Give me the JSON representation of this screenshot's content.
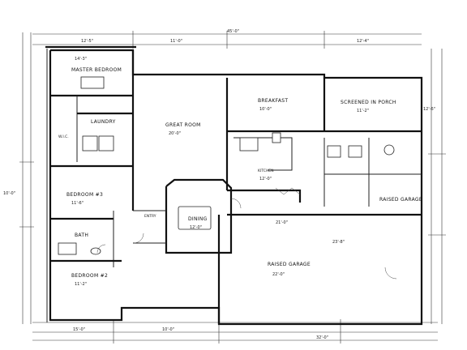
{
  "plan": {
    "rooms": {
      "master_bedroom": "MASTER BEDROOM",
      "laundry": "LAUNDRY",
      "wic": "W.I.C.",
      "bedroom3": "BEDROOM #3",
      "bath": "BATH",
      "bedroom2": "BEDROOM #2",
      "great_room": "GREAT ROOM",
      "breakfast": "BREAKFAST",
      "screened_porch": "SCREENED IN PORCH",
      "kitchen": "KITCHEN",
      "entry": "ENTRY",
      "dining": "DINING",
      "raised_garage": "RAISED GARAGE",
      "garage": "RAISED GARAGE"
    },
    "dimensions": {
      "top_overall": "45'-0\"",
      "top_left": "12'-5\"",
      "top_mid": "11'-0\"",
      "top_right": "12'-4\"",
      "master_width": "14'-3\"",
      "great_room_size": "20'-0\"",
      "breakfast_size": "10'-0\"",
      "porch_size": "11'-2\"",
      "kitchen_size": "12'-0\"",
      "bedroom3_size": "11'-6\"",
      "bedroom2_size": "11'-2\"",
      "dining_size": "12'-0\"",
      "garage_width": "21'-0\"",
      "garage_depth": "23'-8\"",
      "garage_side": "22'-0\"",
      "bottom_left": "15'-0\"",
      "bottom_mid": "10'-0\"",
      "bottom_right": "32'-0\"",
      "right_side": "12'-6\"",
      "left_side": "10'-0\""
    }
  }
}
